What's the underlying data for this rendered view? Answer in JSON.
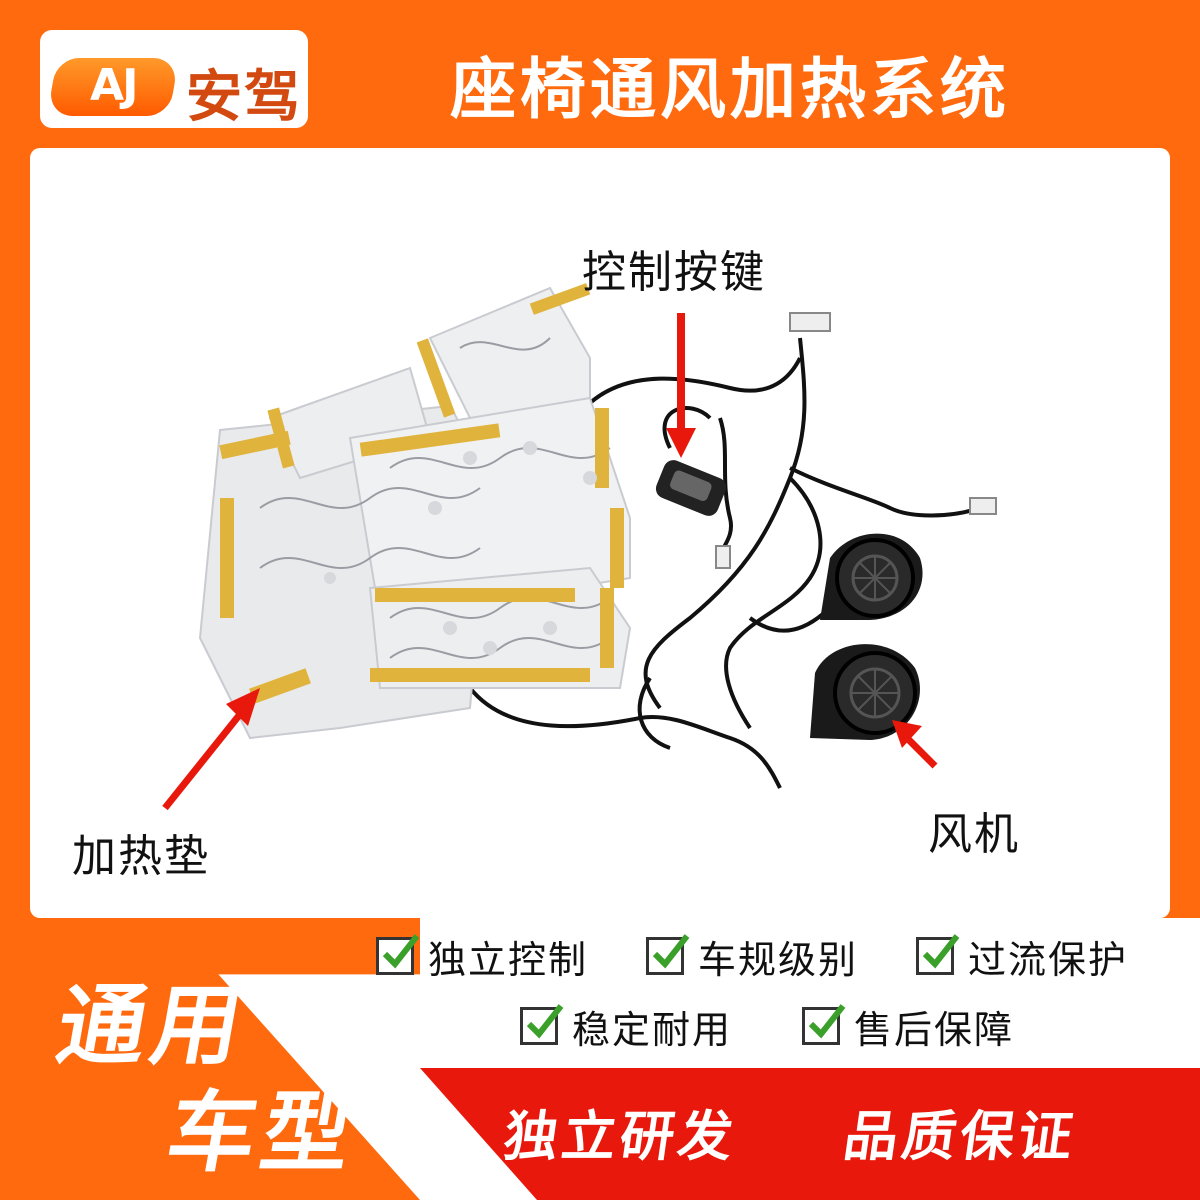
{
  "logo": {
    "mark": "AJ",
    "name": "安驾"
  },
  "title": "座椅通风加热系统",
  "labels": {
    "control": "控制按键",
    "pad": "加热垫",
    "fan": "风机"
  },
  "features": [
    "独立控制",
    "车规级别",
    "过流保护",
    "稳定耐用",
    "售后保障"
  ],
  "bottom": {
    "line1": "通用",
    "line2": "车型",
    "slogan1": "独立研发",
    "slogan2": "品质保证"
  },
  "colors": {
    "brand_orange": "#ff6a0e",
    "slogan_red": "#e8190c",
    "arrow_red": "#e8190c",
    "tape_yellow": "#e0b33c",
    "check_green": "#3aa02a"
  }
}
